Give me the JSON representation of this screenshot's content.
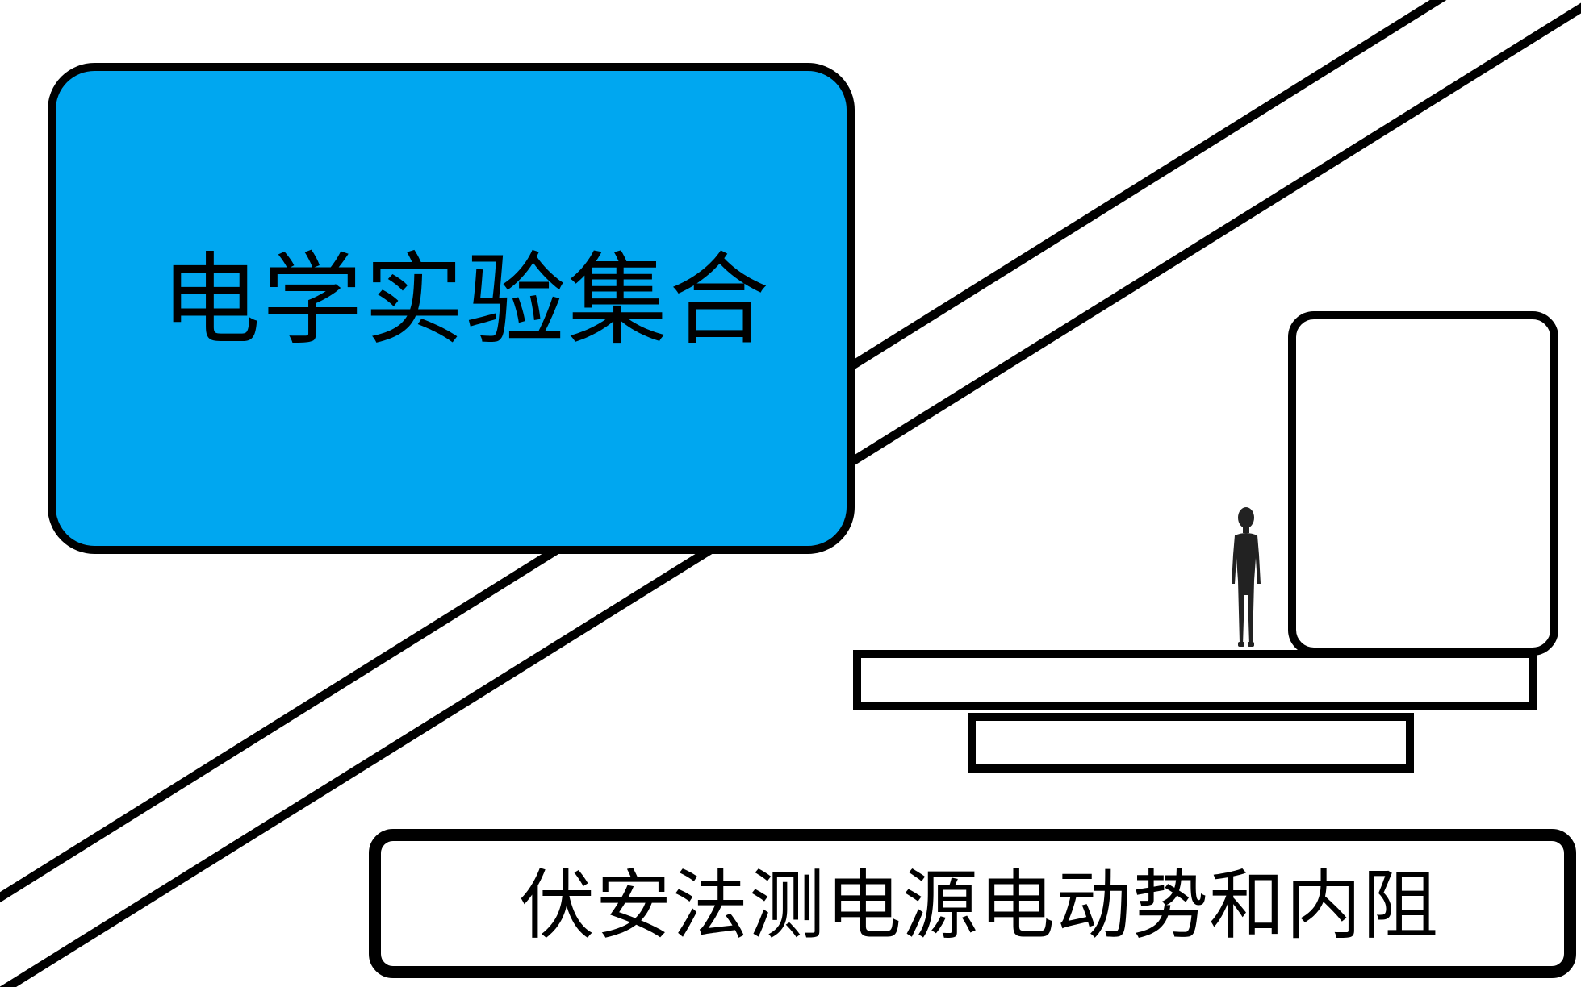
{
  "title_card": {
    "text": "电学实验集合",
    "background_color": "#00A7F0",
    "border_color": "#000000"
  },
  "subtitle_card": {
    "text": "伏安法测电源电动势和内阻",
    "background_color": "#FFFFFF"
  },
  "scene": {
    "figure": "person-silhouette",
    "objects": [
      "tall-rounded-box",
      "platform",
      "lower-slab",
      "diagonal-stripe"
    ]
  }
}
